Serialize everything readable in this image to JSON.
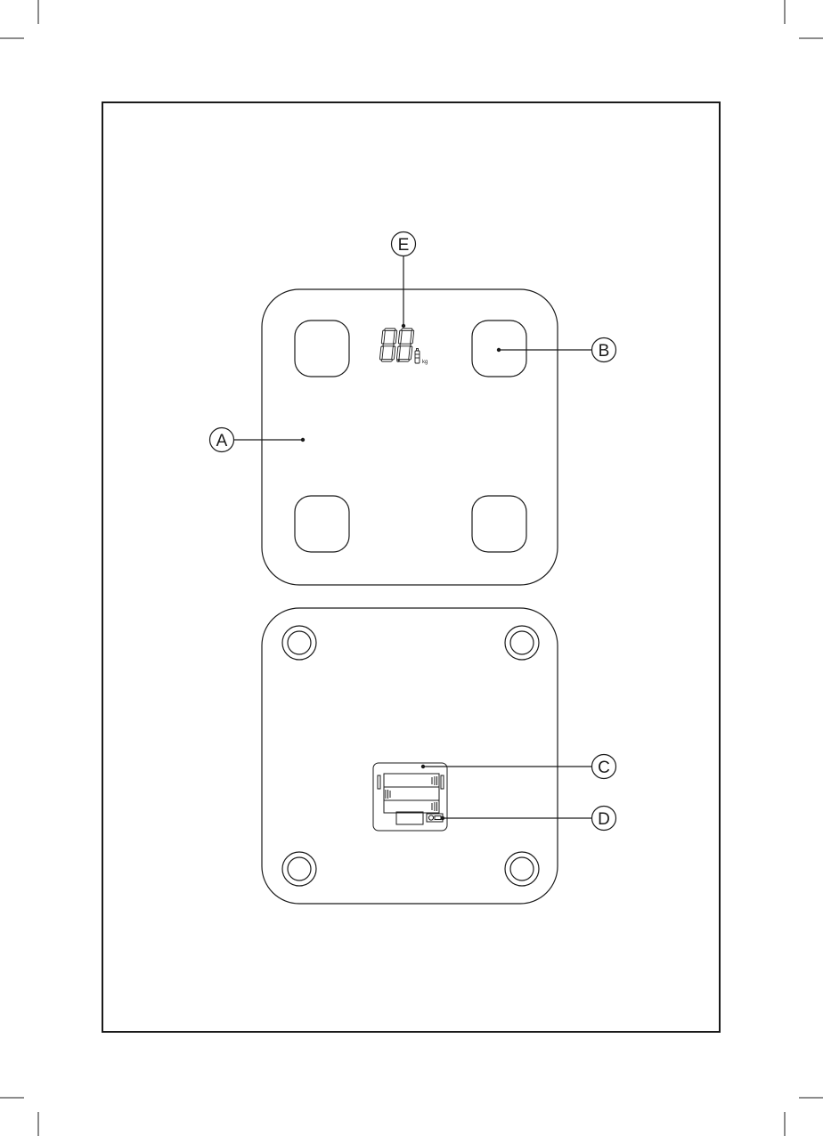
{
  "diagram": {
    "callouts": {
      "a": "A",
      "b": "B",
      "c": "C",
      "d": "D",
      "e": "E"
    },
    "display": {
      "unit": "kg"
    }
  }
}
